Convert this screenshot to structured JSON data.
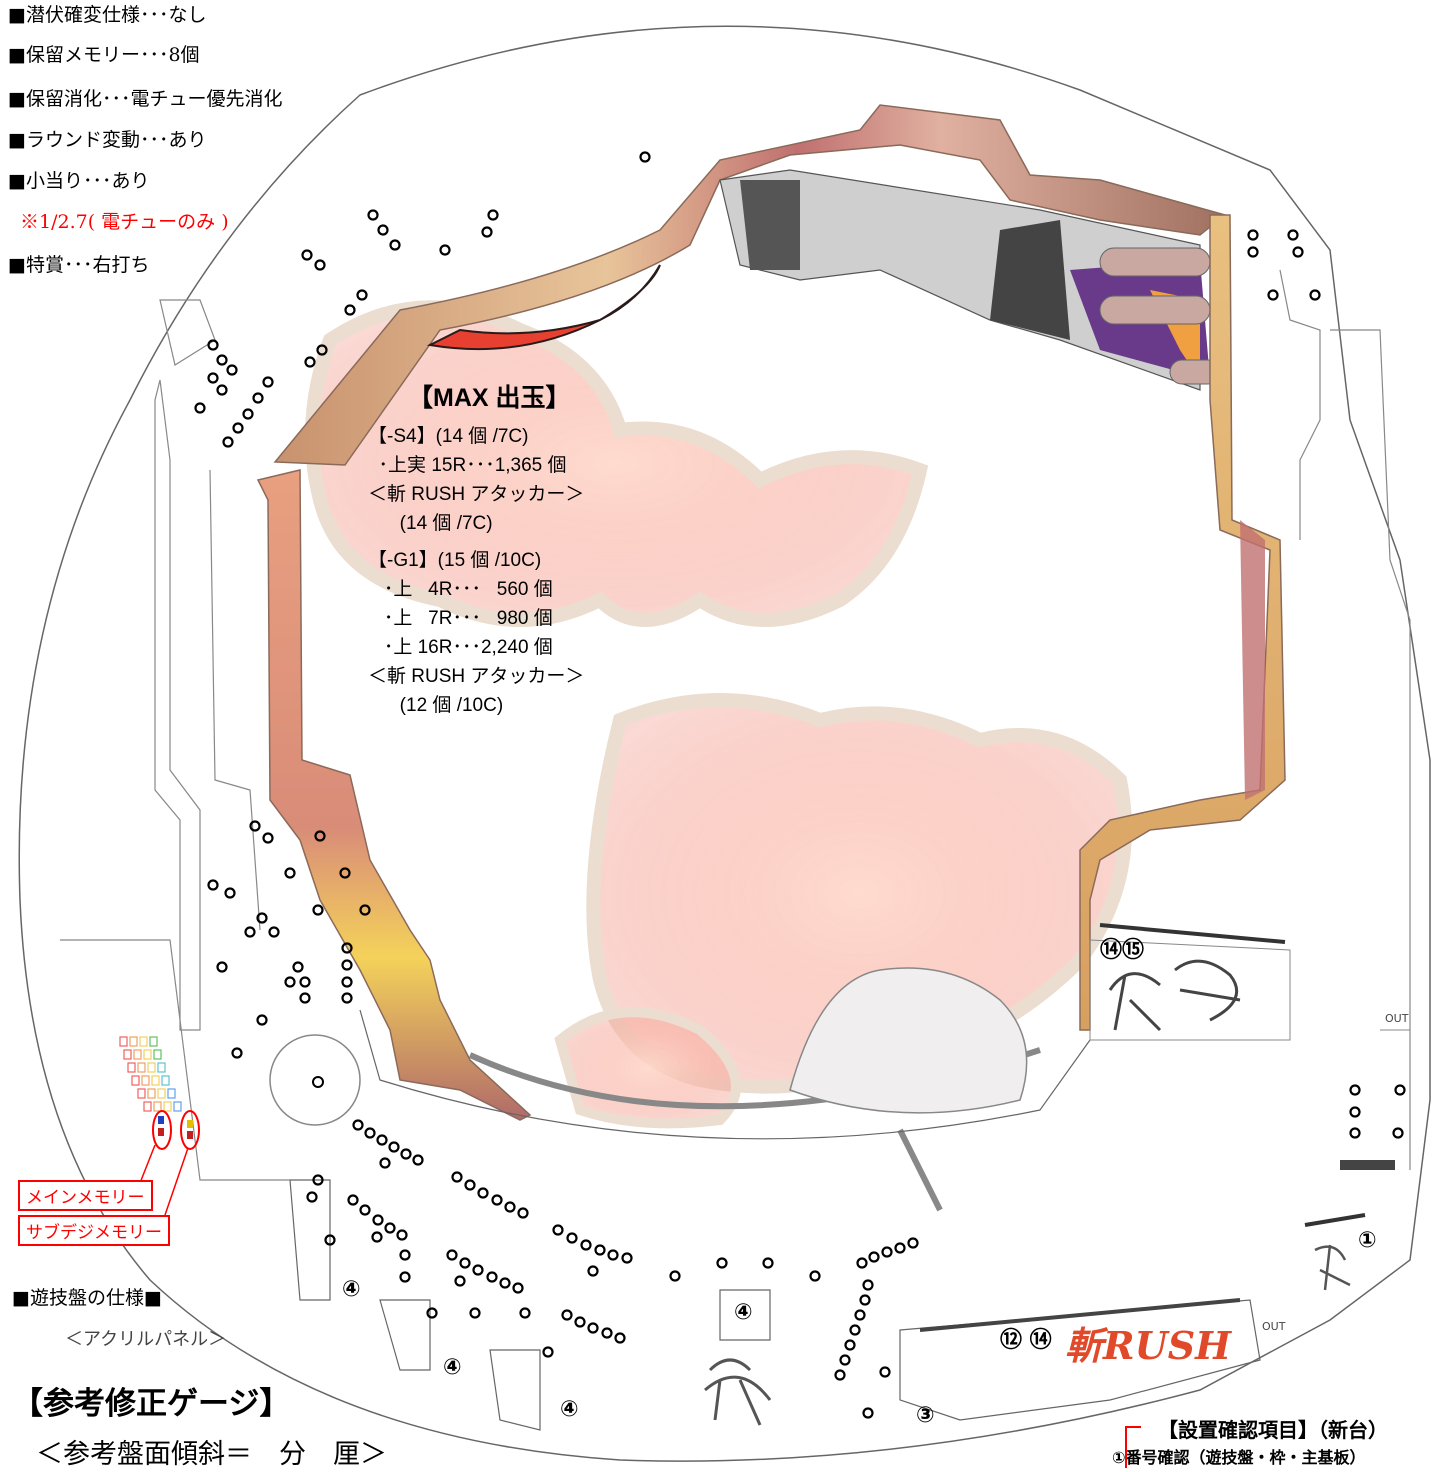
{
  "specs": [
    "■潜伏確変仕様･･･なし",
    "■保留メモリー･･･8個",
    "■保留消化･･･電チュー優先消化",
    "■ラウンド変動･･･あり",
    "■小当り･･･あり",
    "※1/2.7( 電チューのみ )",
    "■特賞･･･右打ち"
  ],
  "max_payout": {
    "title": "【MAX 出玉】",
    "lines": [
      "【-S4】(14 個 /7C)",
      "  ･上実 15R･･･1,365 個",
      "＜斬 RUSH アタッカー＞",
      "      (14 個 /7C)",
      "",
      "【-G1】(15 個 /10C)",
      "   ･上   4R･･･   560 個",
      "   ･上   7R･･･   980 個",
      "   ･上 16R･･･2,240 個",
      "＜斬 RUSH アタッカー＞",
      "      (12 個 /10C)"
    ]
  },
  "memory_labels": {
    "main": "メインメモリー",
    "sub": "サブデジメモリー"
  },
  "board_spec": {
    "heading": "■遊技盤の仕様■",
    "panel": "＜アクリルパネル＞"
  },
  "gauge": {
    "title": "【参考修正ゲージ】",
    "slope": "＜参考盤面傾斜＝　分　厘＞"
  },
  "markers": {
    "m1415": "⑭⑮",
    "m1214": "⑫ ⑭",
    "m1": "①",
    "m3": "③",
    "m4": "④",
    "out": "OUT",
    "rush_logo": "斬RUSH"
  },
  "confirm": {
    "title": "【設置確認項目】（新台）",
    "item1": "①番号確認（遊技盤・枠・主基板）"
  },
  "colors": {
    "red_note": "#ff0000",
    "frame_left": "#d9a07e",
    "frame_right": "#e8b86a"
  }
}
